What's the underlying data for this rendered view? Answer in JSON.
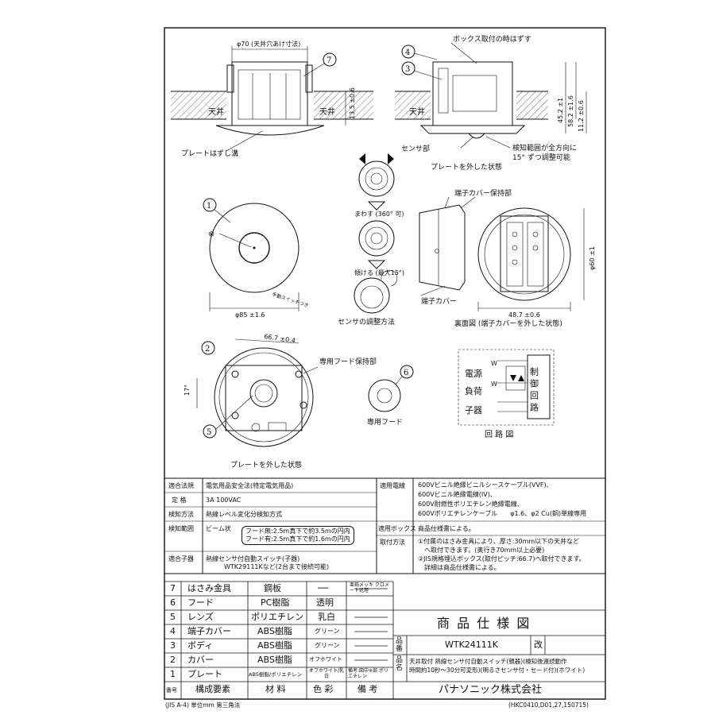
{
  "views": {
    "top_left": {
      "dim_top": "φ70 (天井穴あけ寸法)",
      "dim_right": "13.5 ±0.6",
      "ceiling_left": "天井",
      "ceiling_right": "天井",
      "callout": "7",
      "note": "プレートはずし溝"
    },
    "top_right": {
      "note_box": "ボックス取付の時はずす",
      "callout_4": "4",
      "callout_3": "3",
      "ceiling": "天井",
      "dim_a": "45.2 ±1",
      "dim_b": "58.2 ±1.6",
      "dim_c": "11.2 ±0.6",
      "sensor_label": "センサ部",
      "detect_note_1": "検知範囲が全方向に",
      "detect_note_2": "15° ずつ調整可能",
      "removed": "プレートを外した状態"
    },
    "sensor_adjust": {
      "rotate": "まわす (360° 可)",
      "tilt": "傾ける (最大15°)",
      "title": "センサの調整方法"
    },
    "front": {
      "callout": "1",
      "mark": "※",
      "sw_label": "手動スイッチつき",
      "dim": "φ85 ±1.6"
    },
    "back": {
      "title": "裏面図 (端子カバーを外した状態)",
      "cover_hold": "端子カバー保持部",
      "cover": "端子カバー",
      "dim_w": "48.7 ±0.6",
      "dim_h": "φ60 ±1"
    },
    "plate_off": {
      "callout_2": "2",
      "callout_5": "5",
      "dim": "66.7 ±0.4",
      "angle": "17°",
      "hood_hold": "専用フード保持部",
      "title": "プレートを外した状態"
    },
    "hood": {
      "callout": "6",
      "title": "専用フード"
    },
    "circuit": {
      "power": "電源",
      "load": "負荷",
      "slave": "子器",
      "control": "制御回路",
      "w1": "W",
      "w2": "W",
      "title": "回 路 図"
    }
  },
  "spec": {
    "rows_left": [
      {
        "k": "適合法規",
        "v": "電気用品安全法(特定電気用品)"
      },
      {
        "k": "定 格",
        "v": "3A 100VAC"
      },
      {
        "k": "検知方法",
        "v": "熱線レベル変化分検知方式"
      },
      {
        "k": "検知範囲",
        "v": "ビーム状",
        "extra": [
          "フード無:2.5m真下で約3.5mの円内",
          "フード有:2.5m真下で約1.6mの円内"
        ]
      },
      {
        "k": "適合子器",
        "v": "熱線センサ付自動スイッチ(子器)",
        "extra": [
          "WTK29111Kなど(2台まで接続可能)"
        ]
      }
    ],
    "cable_key": "適用電線",
    "cables": [
      "600Vビニル絶縁ビニルシースケーブル(VVF)、",
      "600Vビニル絶縁電線(IV)、",
      "600V耐燃性ポリエチレン絶縁電線、",
      "600Vポリエチレンケーブル　　φ1.6、φ2 Cu(銅)単線専用"
    ],
    "box_key": "適用ボックス",
    "box_val": "商品仕様書による。",
    "mount_key": "取付方法",
    "mount": [
      "①付属のはさみ金具により、厚さ:30mm以下の天井など",
      "　へ取付できます。(奥行き70mm以上必要)",
      "②JIS規格埋込ボックス(取付ピッチ:66.7)へ取付できます。",
      "　詳細は商品仕様書による。"
    ]
  },
  "parts": [
    {
      "no": "7",
      "name": "はさみ金具",
      "mat": "鋼板",
      "color": "──",
      "note": "亜鉛メッキ クロメート処理"
    },
    {
      "no": "6",
      "name": "フード",
      "mat": "PC樹脂",
      "color": "透明",
      "note": ""
    },
    {
      "no": "5",
      "name": "レンズ",
      "mat": "ポリエチレン",
      "color": "乳白",
      "note": ""
    },
    {
      "no": "4",
      "name": "端子カバー",
      "mat": "ABS樹脂",
      "color": "グリーン",
      "note": ""
    },
    {
      "no": "3",
      "name": "ボディ",
      "mat": "ABS樹脂",
      "color": "グリーン",
      "note": ""
    },
    {
      "no": "2",
      "name": "カバー",
      "mat": "ABS樹脂",
      "color": "オフホワイト",
      "note": ""
    },
    {
      "no": "1",
      "name": "プレート",
      "mat": "ABS樹脂/ポリエチレン",
      "color": "オフホワイト/乳白",
      "note": "備考:図中※部 ポリエチレン"
    }
  ],
  "parts_header": {
    "no": "番号",
    "name": "構成要素",
    "mat": "材 料",
    "color": "色 彩",
    "note": "備 考"
  },
  "title_block": {
    "title": "商 品 仕 様 図",
    "hinban_label": "品番",
    "hinban": "WTK24111K",
    "kai": "改",
    "hinmei_label": "品名",
    "hinmei_1": "天井取付 熱線センサ付自動スイッチ(親器)(検知後連続動作",
    "hinmei_2": "時間約10秒〜30分可変形)(明るさセンサ付・セード付)(ホワイト)",
    "company": "パナソニック株式会社"
  },
  "footer": {
    "left": "(JIS A-4) 単位mm 第三角法",
    "right": "(HKC0410,D01,27,150715)"
  }
}
